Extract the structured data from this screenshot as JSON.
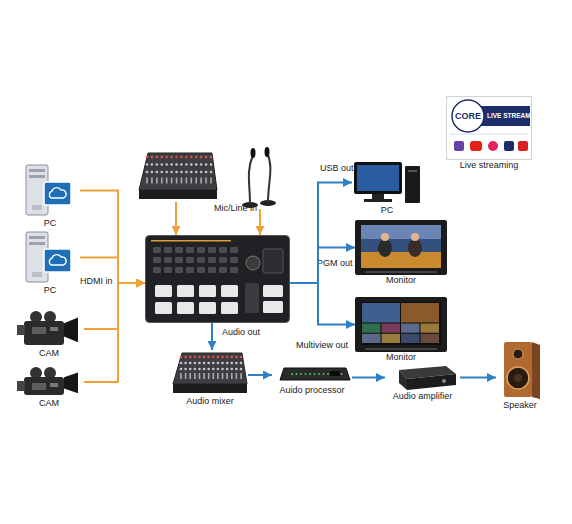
{
  "diagram": {
    "nodes": [
      {
        "text": [
          "PC"
        ]
      },
      {
        "text": [
          "PC"
        ]
      },
      {
        "text": [
          "CAM"
        ]
      },
      {
        "text": [
          "CAM"
        ]
      },
      {
        "text": []
      },
      {
        "text": []
      },
      {
        "text": []
      },
      {
        "text": [
          "CORE",
          "LIVE STREAM",
          "Live streaming"
        ]
      },
      {
        "text": [
          "PC"
        ]
      },
      {
        "text": [
          "Monitor"
        ]
      },
      {
        "text": [
          "Monitor"
        ]
      },
      {
        "text": [
          "Audio mixer"
        ]
      },
      {
        "text": [
          "Auido processor"
        ]
      },
      {
        "text": [
          "Audio amplifier"
        ]
      },
      {
        "text": [
          "Speaker"
        ]
      }
    ],
    "edges": [
      {
        "from": 0,
        "to": 6,
        "arrow": "to"
      },
      {
        "from": 1,
        "to": 6,
        "arrow": "to"
      },
      {
        "from": 2,
        "to": 6,
        "arrow": "to"
      },
      {
        "from": 3,
        "to": 6,
        "arrow": "to"
      },
      {
        "from": 4,
        "to": 6,
        "arrow": "to"
      },
      {
        "from": 5,
        "to": 6,
        "arrow": "to"
      },
      {
        "from": 6,
        "to": 8,
        "label": "USB out",
        "arrow": "to"
      },
      {
        "from": 6,
        "to": 9,
        "label": "PGM out",
        "arrow": "to"
      },
      {
        "from": 6,
        "to": 10,
        "label": "Multiview out",
        "arrow": "to"
      },
      {
        "from": 6,
        "to": 11,
        "label": "Audio out",
        "arrow": "to"
      },
      {
        "from": 11,
        "to": 12,
        "arrow": "to"
      },
      {
        "from": 12,
        "to": 13,
        "arrow": "to"
      },
      {
        "from": 13,
        "to": 14,
        "arrow": "to"
      }
    ],
    "labels": [
      "HDMI in",
      "Mic/Line in"
    ]
  }
}
